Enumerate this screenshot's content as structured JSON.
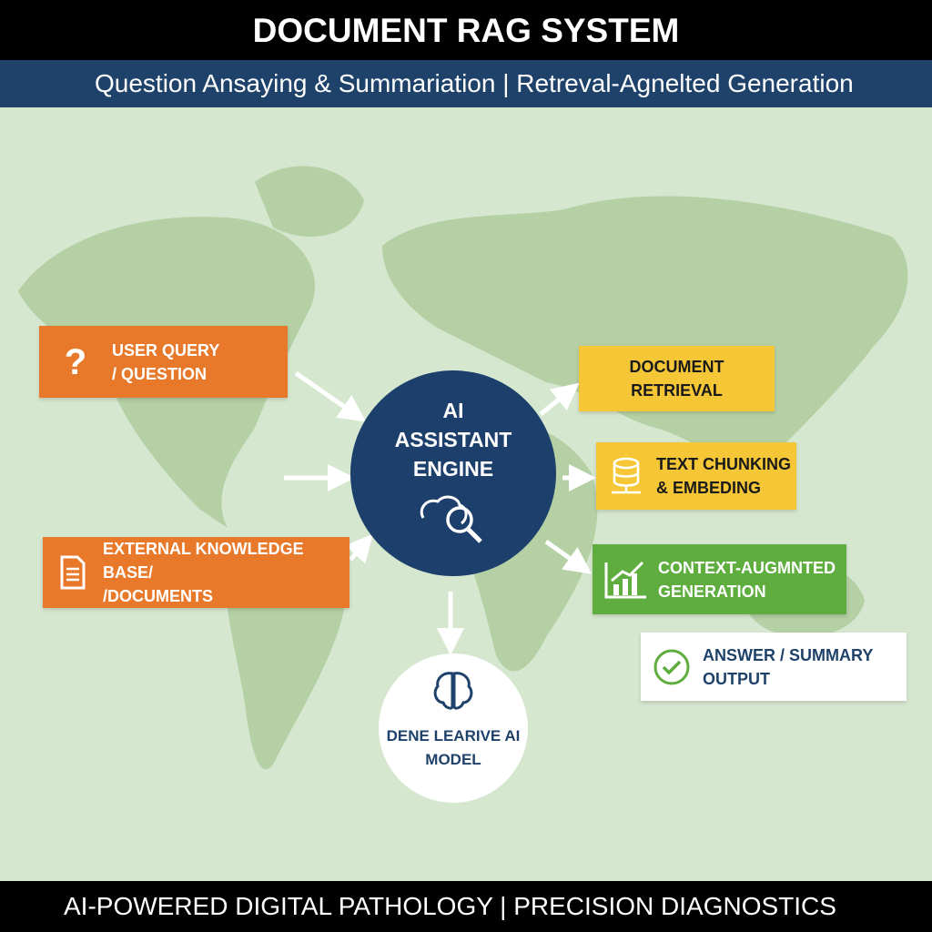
{
  "title": "DOCUMENT RAG SYSTEM",
  "subtitle": "Question Ansaying & Summariation | Retreval-Agnelted Generation",
  "footer": "AI-POWERED DIGITAL PATHOLOGY | PRECISION DIAGNOSTICS",
  "nodes": {
    "user_query": [
      "USER QUERY",
      "/ QUESTION"
    ],
    "knowledge_base": [
      "EXTERNAL KNOWLEDGE BASE/",
      "/DOCUMENTS"
    ],
    "engine": [
      "AI",
      "ASSISTANT",
      "ENGINE"
    ],
    "model": [
      "DENE LEARIVE AI",
      "MODEL"
    ],
    "retrieval": [
      "DOCUMENT",
      "RETRIEVAL"
    ],
    "chunking": [
      "TEXT CHUNKING",
      "& EMBEDING"
    ],
    "generation": [
      "CONTEXT-AUGMNTED",
      "GENERATION"
    ],
    "answer": [
      "ANSWER / SUMMARY",
      "OUTPUT"
    ]
  },
  "colors": {
    "orange": "#e8792a",
    "yellow": "#f5c737",
    "green": "#5fad3f",
    "navy": "#1d3f6b"
  }
}
